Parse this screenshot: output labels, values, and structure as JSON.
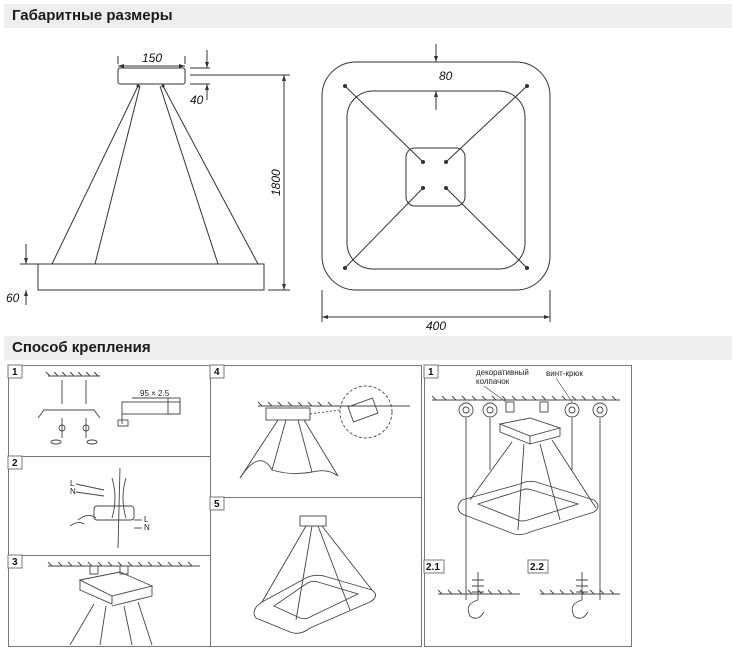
{
  "sections": {
    "dimensions_title": "Габаритные размеры",
    "mounting_title": "Способ крепления"
  },
  "dimensions": {
    "canopy_width": "150",
    "canopy_height": "40",
    "total_height": "1800",
    "body_height": "60",
    "inner_offset": "80",
    "overall_width": "400"
  },
  "mounting": {
    "steps_left": [
      "1",
      "2",
      "3",
      "4",
      "5"
    ],
    "steps_right": [
      "1",
      "2.1",
      "2.2"
    ],
    "bracket_label": "95 × 2.5",
    "wire_labels": [
      "L",
      "N"
    ],
    "decorative_cap_label": "декоративный колпачок",
    "screw_hook_label": "винт-крюк"
  }
}
